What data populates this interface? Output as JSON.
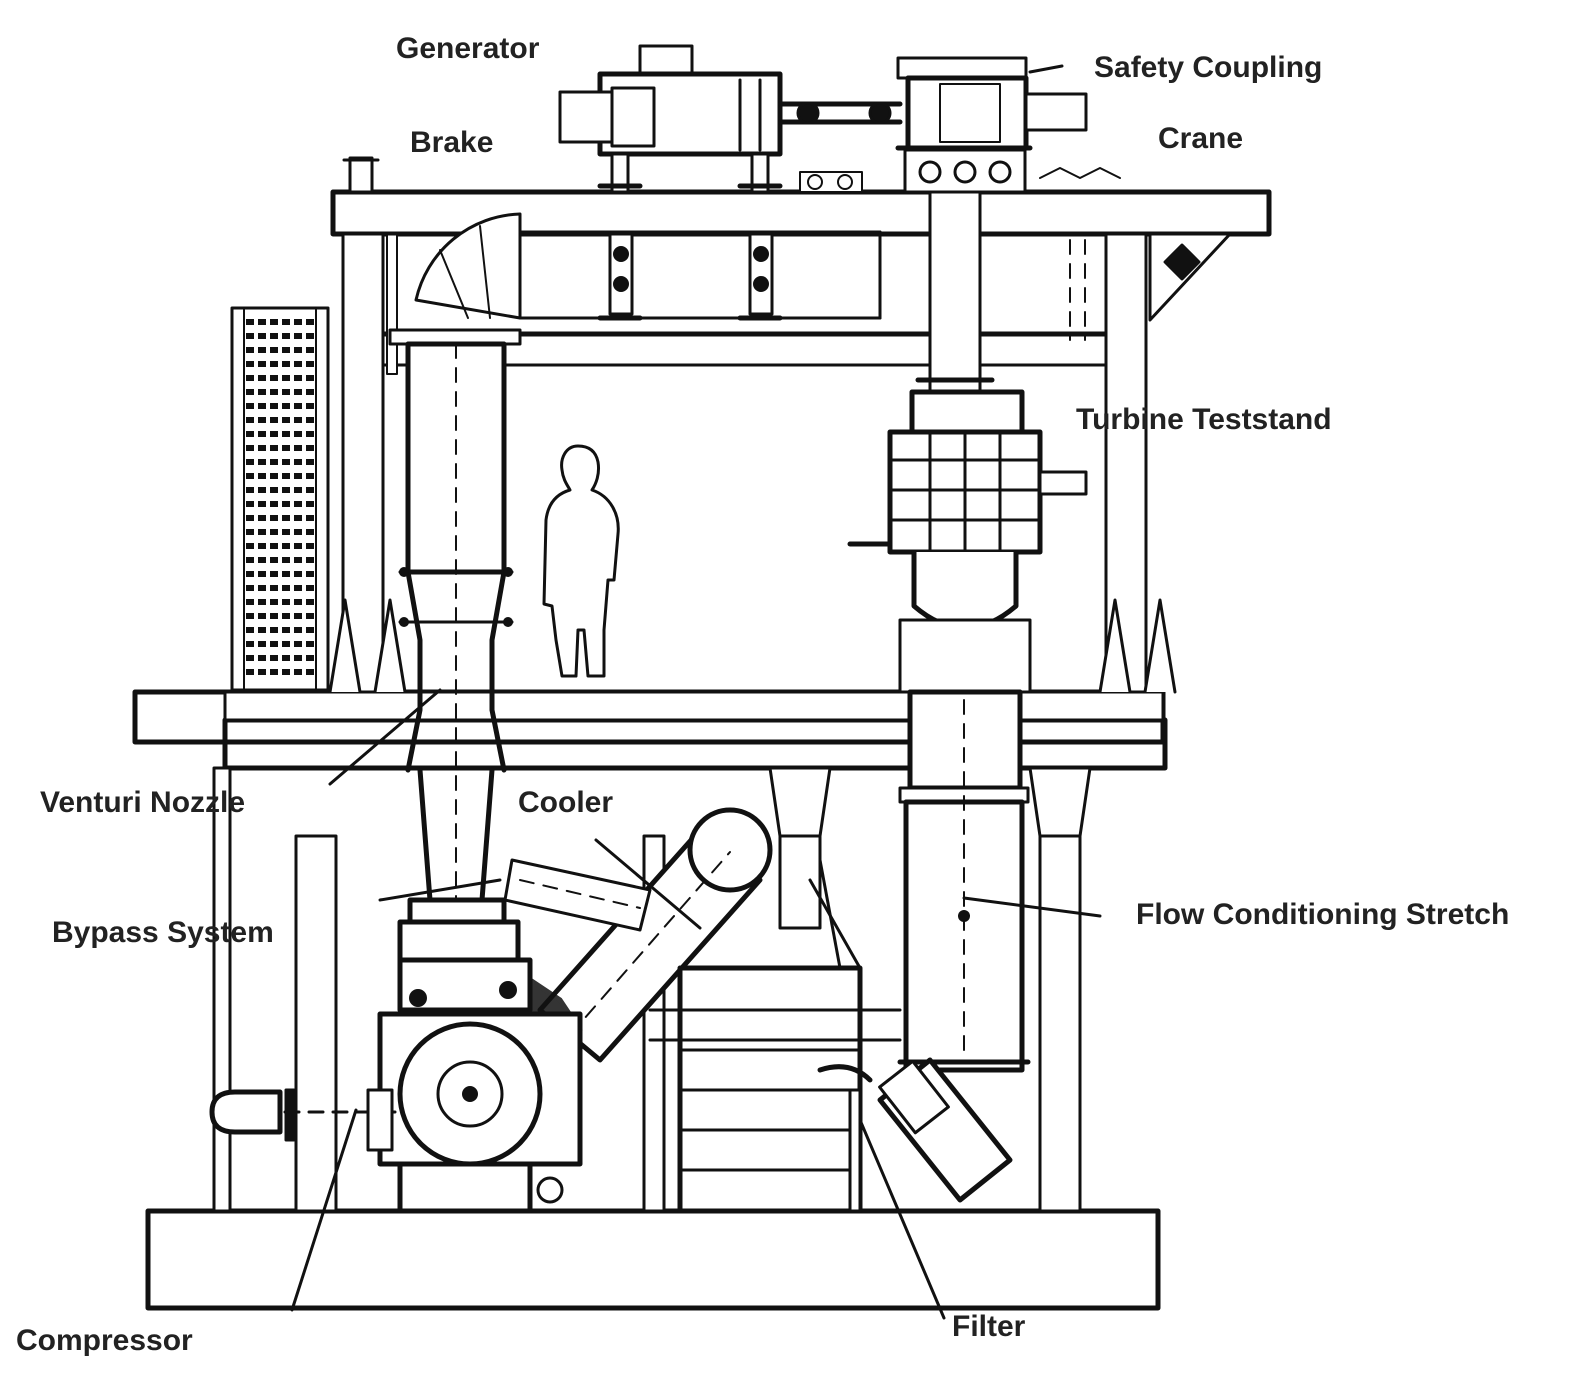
{
  "labels": {
    "generator": "Generator",
    "safety_coupling": "Safety Coupling",
    "brake": "Brake",
    "crane": "Crane",
    "turbine_teststand": "Turbine Teststand",
    "venturi_nozzle": "Venturi Nozzle",
    "cooler": "Cooler",
    "bypass_system": "Bypass System",
    "flow_conditioning_stretch": "Flow Conditioning Stretch",
    "compressor": "Compressor",
    "filter": "Filter"
  },
  "colors": {
    "line": "#111111",
    "background": "#ffffff",
    "text": "#222222"
  }
}
